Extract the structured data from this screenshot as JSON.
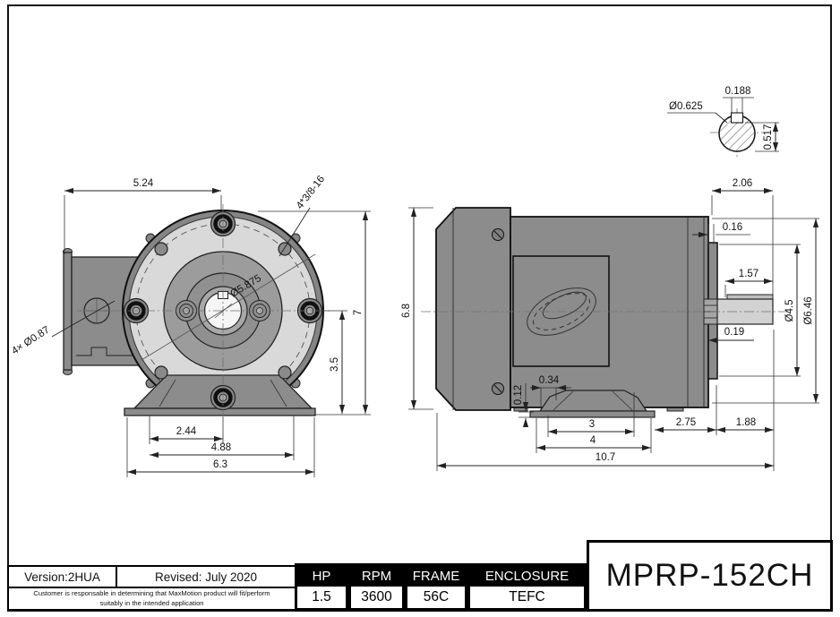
{
  "colors": {
    "body_gray": "#8c8c8c",
    "rim_gray": "#858585",
    "flange_light": "#d9d9d9",
    "inner_gray": "#9c9c9c",
    "hub_gray": "#909090",
    "shaft_gray": "#d2d2d2",
    "line_black": "#111111"
  },
  "shaft_detail": {
    "diameter": "Ø0.625",
    "key_width": "0.188",
    "key_height": "0.517"
  },
  "front_view": {
    "dim_flange_to_center": "5.24",
    "dim_bolt_callout": "4*3/8-16",
    "dim_pilot_diameter": "Ø5.875",
    "dim_conduit_holes": "4× Ø0.87",
    "dim_overall_height": "7",
    "dim_center_height": "3.5",
    "dim_foot_half_span": "2.44",
    "dim_foot_span": "4.88",
    "dim_base_width": "6.3"
  },
  "side_view": {
    "dim_overall_height": "6.8",
    "dim_flange_to_shaft_end": "2.06",
    "dim_flange_offset": "0.16",
    "dim_shaft_length": "1.57",
    "dim_rabbet_diameter": "Ø4.5",
    "dim_flange_diameter": "Ø6.46",
    "dim_flange_lip": "0.19",
    "dim_foot_plate_thickness": "0.12",
    "dim_foot_edge": "0.34",
    "dim_foot_hole_span": "3",
    "dim_foot_length": "4",
    "dim_foot_to_flange": "2.75",
    "dim_shaft_extension": "1.88",
    "dim_overall_length": "10.7"
  },
  "title_block": {
    "version": "Version:2HUA",
    "revised": "Revised: July 2020",
    "disclaimer_line1": "Customer is responsable in determining that MaxMotion product will fit/perform",
    "disclaimer_line2": "suitably in the intended application",
    "spec_headers": [
      "HP",
      "RPM",
      "FRAME",
      "ENCLOSURE"
    ],
    "spec_values": [
      "1.5",
      "3600",
      "56C",
      "TEFC"
    ],
    "model": "MPRP-152CH"
  }
}
